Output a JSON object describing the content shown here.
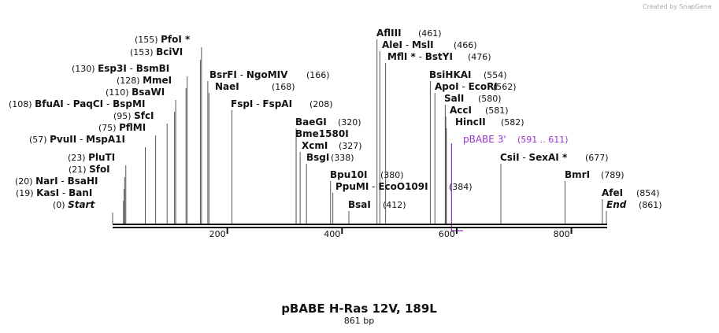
{
  "watermark": "Created by SnapGene",
  "title": "pBABE H-Ras 12V, 189L",
  "length": "861 bp",
  "axis": {
    "min": 0,
    "max": 861,
    "ticks": [
      200,
      400,
      600,
      800
    ]
  },
  "colors": {
    "feature": "#9933cc",
    "text": "#111111",
    "line": "#555555"
  },
  "feature": {
    "name": "pBABE 3'",
    "range": "(591 .. 611)",
    "start": 591,
    "end": 611
  },
  "sites": [
    {
      "pos": 0,
      "num": "(0)",
      "names": [
        "Start"
      ],
      "italic": true
    },
    {
      "pos": 19,
      "num": "(19)",
      "names": [
        "KasI",
        "BanI"
      ]
    },
    {
      "pos": 20,
      "num": "(20)",
      "names": [
        "NarI",
        "BsaHI"
      ]
    },
    {
      "pos": 21,
      "num": "(21)",
      "names": [
        "SfoI"
      ]
    },
    {
      "pos": 23,
      "num": "(23)",
      "names": [
        "PluTI"
      ]
    },
    {
      "pos": 57,
      "num": "(57)",
      "names": [
        "PvuII",
        "MspA1I"
      ]
    },
    {
      "pos": 75,
      "num": "(75)",
      "names": [
        "PflMI"
      ]
    },
    {
      "pos": 95,
      "num": "(95)",
      "names": [
        "SfcI"
      ]
    },
    {
      "pos": 108,
      "num": "(108)",
      "names": [
        "BfuAI",
        "PaqCI",
        "BspMI"
      ]
    },
    {
      "pos": 110,
      "num": "(110)",
      "names": [
        "BsaWI"
      ]
    },
    {
      "pos": 128,
      "num": "(128)",
      "names": [
        "MmeI"
      ]
    },
    {
      "pos": 130,
      "num": "(130)",
      "names": [
        "Esp3I",
        "BsmBI"
      ]
    },
    {
      "pos": 153,
      "num": "(153)",
      "names": [
        "BciVI"
      ]
    },
    {
      "pos": 155,
      "num": "(155)",
      "names": [
        "PfoI *"
      ]
    },
    {
      "pos": 166,
      "num": "(166)",
      "names": [
        "BsrFI",
        "NgoMIV"
      ]
    },
    {
      "pos": 168,
      "num": "(168)",
      "names": [
        "NaeI"
      ]
    },
    {
      "pos": 208,
      "num": "(208)",
      "names": [
        "FspI",
        "FspAI"
      ]
    },
    {
      "pos": 320,
      "num": "(320)",
      "names": [
        "BaeGI"
      ]
    },
    {
      "pos": 320,
      "num": "",
      "names": [
        "Bme1580I"
      ]
    },
    {
      "pos": 327,
      "num": "(327)",
      "names": [
        "XcmI"
      ]
    },
    {
      "pos": 338,
      "num": "(338)",
      "names": [
        "BsgI"
      ]
    },
    {
      "pos": 380,
      "num": "(380)",
      "names": [
        "Bpu10I"
      ]
    },
    {
      "pos": 384,
      "num": "(384)",
      "names": [
        "PpuMI",
        "EcoO109I"
      ]
    },
    {
      "pos": 412,
      "num": "(412)",
      "names": [
        "BsaI"
      ]
    },
    {
      "pos": 461,
      "num": "(461)",
      "names": [
        "AflIII"
      ]
    },
    {
      "pos": 466,
      "num": "(466)",
      "names": [
        "AleI",
        "MslI"
      ]
    },
    {
      "pos": 476,
      "num": "(476)",
      "names": [
        "MflI *",
        "BstYI"
      ]
    },
    {
      "pos": 554,
      "num": "(554)",
      "names": [
        "BsiHKAI"
      ]
    },
    {
      "pos": 562,
      "num": "(562)",
      "names": [
        "ApoI",
        "EcoRI"
      ]
    },
    {
      "pos": 580,
      "num": "(580)",
      "names": [
        "SalI"
      ]
    },
    {
      "pos": 581,
      "num": "(581)",
      "names": [
        "AccI"
      ]
    },
    {
      "pos": 582,
      "num": "(582)",
      "names": [
        "HincII"
      ]
    },
    {
      "pos": 677,
      "num": "(677)",
      "names": [
        "CsiI",
        "SexAI *"
      ]
    },
    {
      "pos": 789,
      "num": "(789)",
      "names": [
        "BmrI"
      ]
    },
    {
      "pos": 854,
      "num": "(854)",
      "names": [
        "AfeI"
      ]
    },
    {
      "pos": 861,
      "num": "(861)",
      "names": [
        "End"
      ],
      "italic": true
    }
  ]
}
